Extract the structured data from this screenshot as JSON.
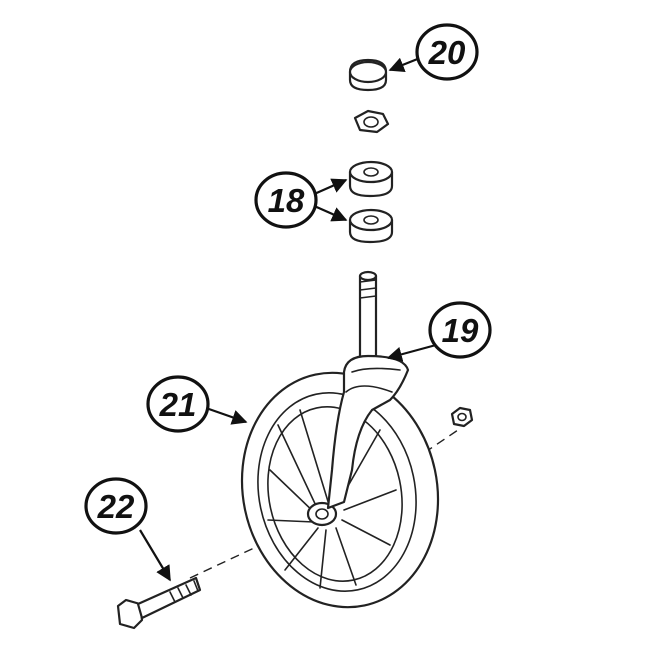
{
  "callouts": {
    "c18": "18",
    "c19": "19",
    "c20": "20",
    "c21": "21",
    "c22": "22"
  },
  "colors": {
    "line": "#222222",
    "background": "#ffffff"
  }
}
